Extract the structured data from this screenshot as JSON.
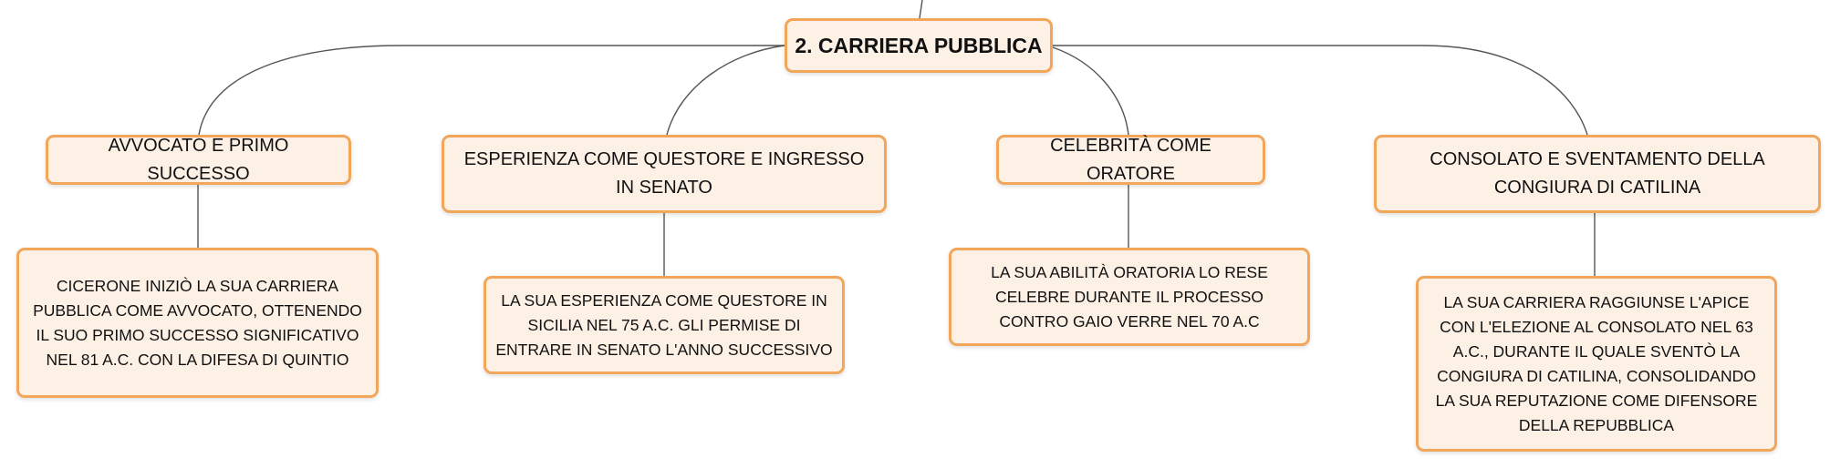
{
  "root": {
    "label": "2. CARRIERA PUBBLICA"
  },
  "branches": [
    {
      "topic": "AVVOCATO E PRIMO SUCCESSO",
      "detail": "CICERONE INIZIÒ LA SUA CARRIERA PUBBLICA COME AVVOCATO, OTTENENDO IL SUO PRIMO SUCCESSO SIGNIFICATIVO NEL 81 A.C. CON LA DIFESA DI QUINTIO"
    },
    {
      "topic": "ESPERIENZA COME QUESTORE E INGRESSO IN SENATO",
      "detail": "LA SUA ESPERIENZA COME QUESTORE IN SICILIA NEL 75 A.C. GLI PERMISE DI ENTRARE IN SENATO L'ANNO SUCCESSIVO"
    },
    {
      "topic": "CELEBRITÀ COME ORATORE",
      "detail": "LA SUA ABILITÀ ORATORIA LO RESE CELEBRE DURANTE IL PROCESSO CONTRO GAIO VERRE NEL 70 A.C"
    },
    {
      "topic": "CONSOLATO E SVENTAMENTO DELLA CONGIURA DI CATILINA",
      "detail": "LA SUA CARRIERA RAGGIUNSE L'APICE CON L'ELEZIONE AL CONSOLATO NEL 63 A.C., DURANTE IL QUALE SVENTÒ LA CONGIURA DI CATILINA, CONSOLIDANDO LA SUA REPUTAZIONE COME DIFENSORE DELLA REPUBBLICA"
    }
  ],
  "colors": {
    "node_border": "#f2a65a",
    "node_fill": "#fdf1e6",
    "connector": "#555555"
  }
}
